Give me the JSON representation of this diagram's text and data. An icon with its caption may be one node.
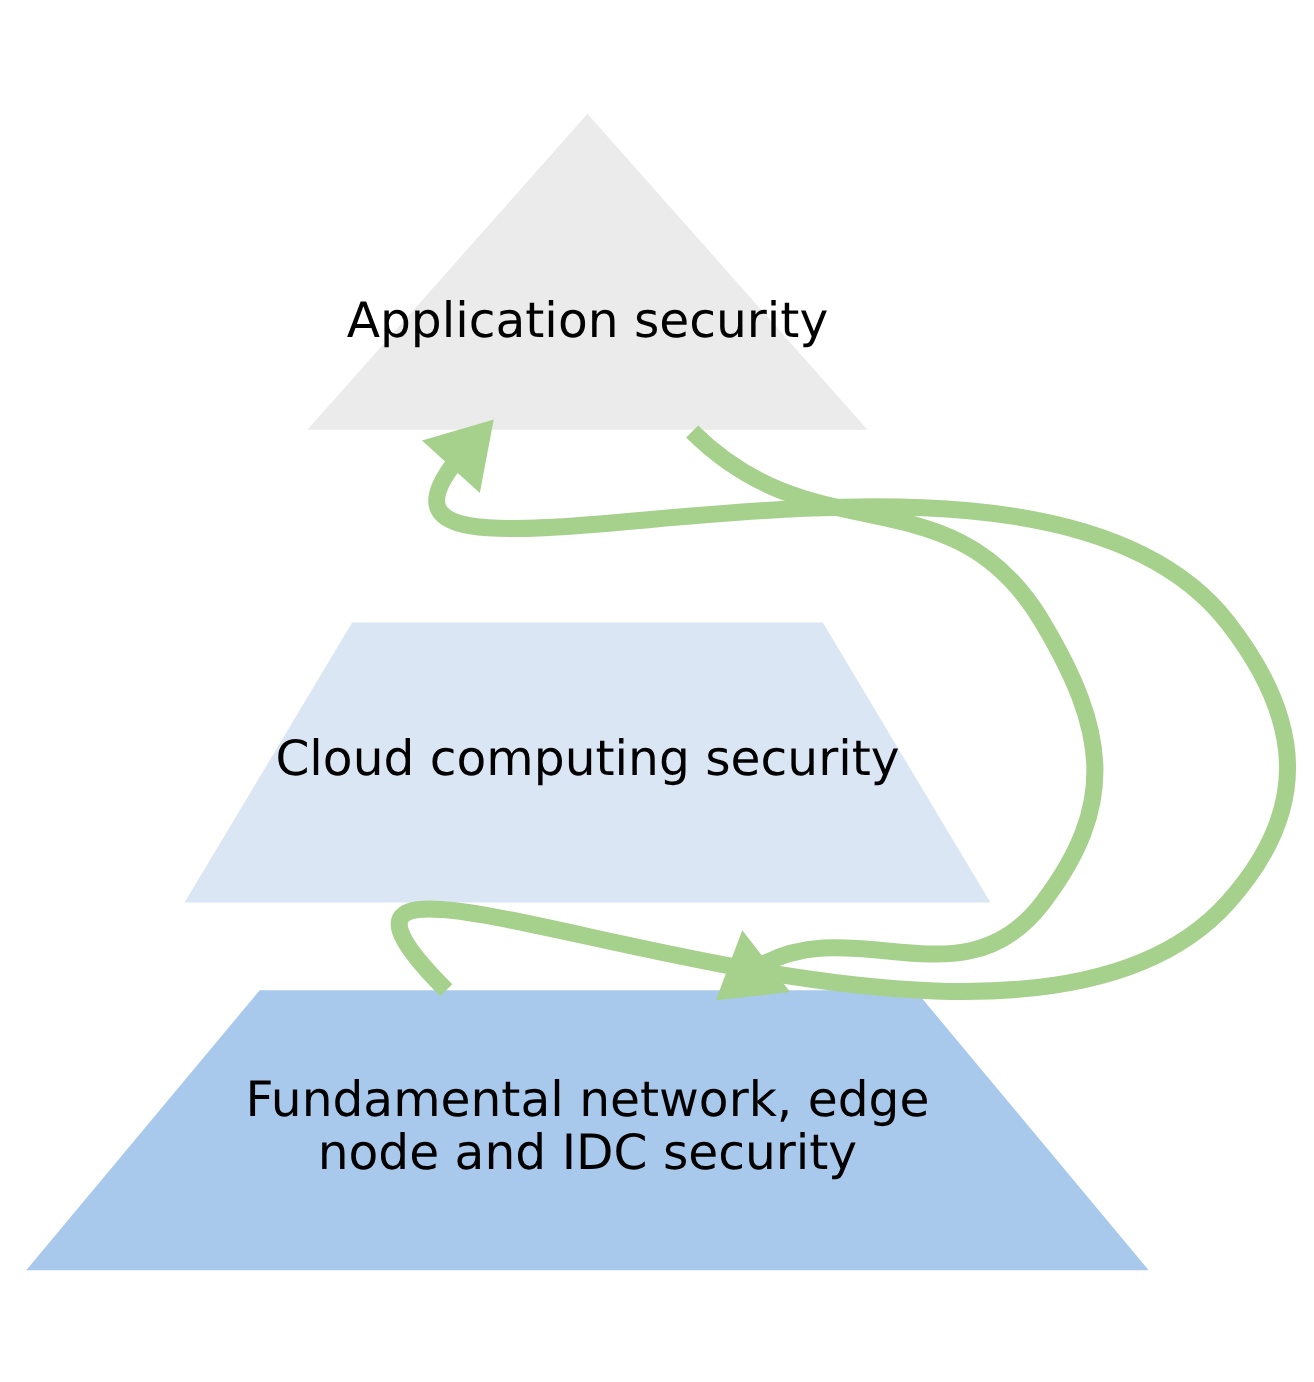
{
  "diagram": {
    "nodes": [
      {
        "text": [
          "Application security"
        ]
      },
      {
        "text": [
          "Cloud computing security"
        ]
      },
      {
        "text": [
          "Fundamental network, edge node and IDC security"
        ]
      }
    ],
    "edges": [
      {
        "from": 2,
        "to": 0,
        "arrow": "to"
      },
      {
        "from": 0,
        "to": 2,
        "arrow": "to"
      }
    ]
  }
}
